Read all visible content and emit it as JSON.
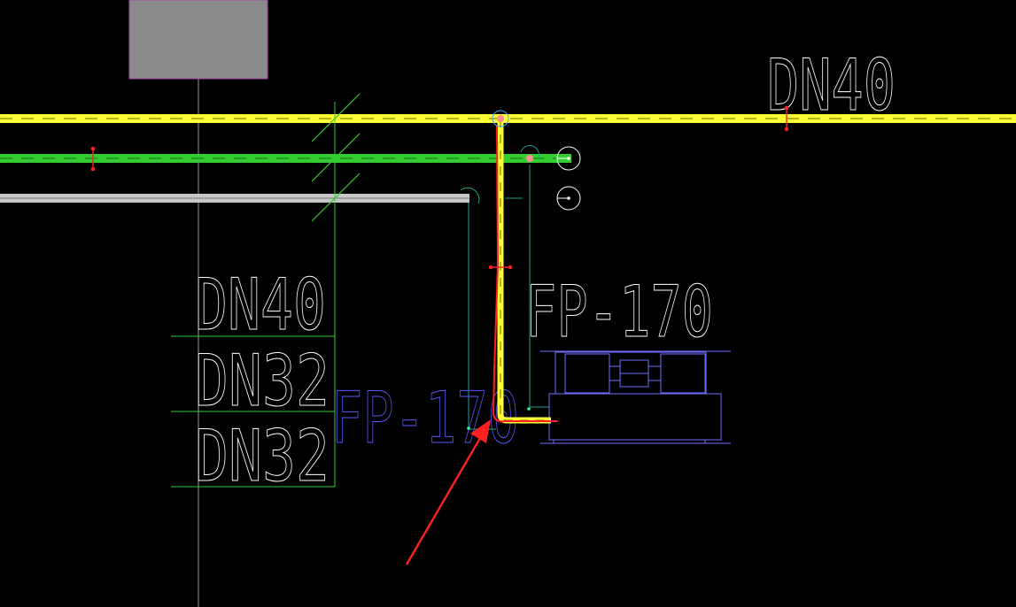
{
  "labels": {
    "top_right_pipe_size": "DN40",
    "legend_pipe_size_1": "DN40",
    "legend_pipe_size_2": "DN32",
    "legend_pipe_size_3": "DN32",
    "fan_coil_label": "FP-170",
    "fan_coil_label_ghost": "FP-170"
  },
  "colors": {
    "background": "#000000",
    "supply_pipe": "#ffff33",
    "return_pipe": "#33cc33",
    "condensate_pipe": "#c8c8c8",
    "leader_lines": "#33cc33",
    "equipment_outline": "#6f6fff",
    "markup_red": "#ff2020",
    "label_white": "#ffffff",
    "label_blue": "#5a5aff",
    "column_fill": "#8a8a8a",
    "teal_lines": "#1f9f8f"
  }
}
